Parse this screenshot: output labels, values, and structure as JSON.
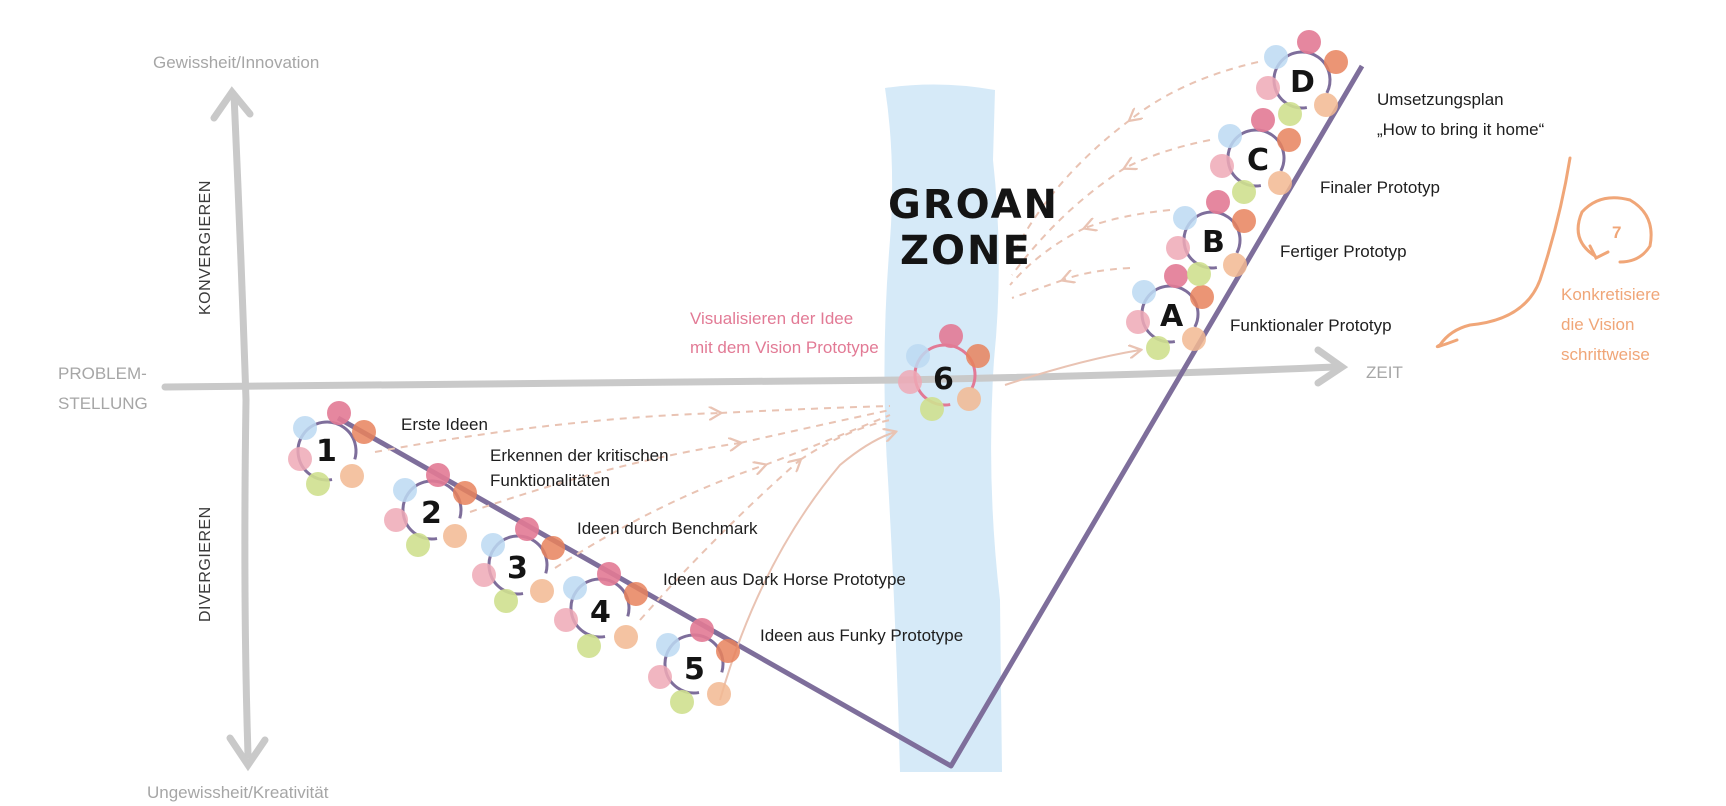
{
  "axes": {
    "top": "Gewissheit/Innovation",
    "bottom": "Ungewissheit/Kreativität",
    "left_line1": "PROBLEM-",
    "left_line2": "STELLUNG",
    "right": "ZEIT",
    "upper_direction": "KONVERGIEREN",
    "lower_direction": "DIVERGIEREN"
  },
  "groan_zone": {
    "line1": "GROAN",
    "line2": "ZONE",
    "color": "#d6eaf8"
  },
  "divergent_steps": [
    {
      "number": "1",
      "label_lines": [
        "Erste Ideen"
      ]
    },
    {
      "number": "2",
      "label_lines": [
        "Erkennen der kritischen",
        "Funktionalitäten"
      ]
    },
    {
      "number": "3",
      "label_lines": [
        "Ideen durch Benchmark"
      ]
    },
    {
      "number": "4",
      "label_lines": [
        "Ideen aus Dark Horse Prototype"
      ]
    },
    {
      "number": "5",
      "label_lines": [
        "Ideen aus Funky Prototype"
      ]
    }
  ],
  "vision_step": {
    "number": "6",
    "label_line1": "Visualisieren der Idee",
    "label_line2": "mit dem Vision Prototype"
  },
  "convergent_steps": [
    {
      "letter": "A",
      "label_lines": [
        "Funktionaler Prototyp"
      ]
    },
    {
      "letter": "B",
      "label_lines": [
        "Fertiger Prototyp"
      ]
    },
    {
      "letter": "C",
      "label_lines": [
        "Finaler Prototyp"
      ]
    },
    {
      "letter": "D",
      "label_lines": [
        "Umsetzungsplan",
        "„How to bring it home“"
      ]
    }
  ],
  "concretize": {
    "number": "7",
    "line1": "Konkretisiere",
    "line2": "die Vision",
    "line3": "schrittweise"
  },
  "colors": {
    "v_line": "#7e6e9b",
    "axis": "#c9c9c9",
    "arrow_dashed": "#e9c3b3",
    "dot_blue": "#bcd9f2",
    "dot_pink": "#e27a95",
    "dot_orange": "#e8825d",
    "dot_green": "#cfe08f",
    "dot_peach": "#f2b892",
    "dot_rose": "#efa9b6",
    "concretize": "#f0a678"
  }
}
